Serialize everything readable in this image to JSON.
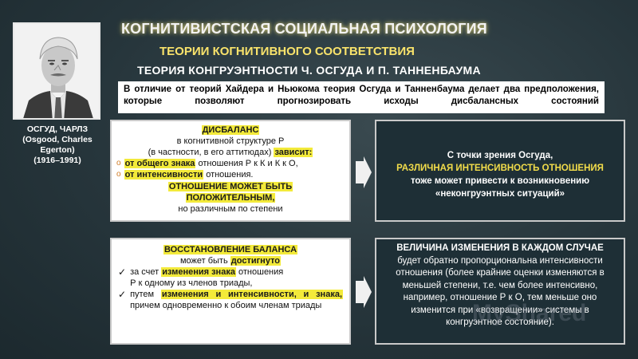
{
  "header": {
    "title": "КОГНИТИВИСТСКАЯ СОЦИАЛЬНАЯ ПСИХОЛОГИЯ",
    "subtitle": "ТЕОРИИ КОГНИТИВНОГО СООТВЕТСТВИЯ",
    "theory": "ТЕОРИЯ КОНГРУЭНТНОСТИ Ч. ОСГУДА И П. ТАННЕНБАУМА"
  },
  "person": {
    "name_line1": "ОСГУД, ЧАРЛЗ",
    "name_line2": "(Osgood, Charles",
    "name_line3": "Egerton)",
    "years": "(1916–1991)"
  },
  "intro": "В отличие от теорий Хайдера и Ньюкома теория Осгуда и Танненбаума делает два предположения, которые позволяют прогнозировать исходы дисбалансных состояний",
  "imbalance": {
    "heading": "ДИСБАЛАНС",
    "line1": "в когнитивной структуре Р",
    "line2a": "(в частности, в его аттитюдах) ",
    "line2b": "зависит:",
    "bullet1_a": "от общего знака",
    "bullet1_b": " отношения Р к К и К к О,",
    "bullet2_a": "от интенсивности",
    "bullet2_b": " отношения.",
    "relation_line1": "ОТНОШЕНИЕ МОЖЕТ БЫТЬ",
    "relation_line2": "ПОЛОЖИТЕЛЬНЫМ,",
    "relation_line3": "но различным по степени"
  },
  "osgood_view": {
    "line1": "С точки зрения Осгуда,",
    "line2": "РАЗЛИЧНАЯ ИНТЕНСИВНОСТЬ ОТНОШЕНИЯ",
    "line3": "тоже может привести к возникновению",
    "line4": "«неконгруэнтных ситуаций»"
  },
  "restore": {
    "heading": "ВОССТАНОВЛЕНИЕ БАЛАНСА",
    "line1a": "может быть ",
    "line1b": "достигнуто",
    "item1_a": "за счет ",
    "item1_b": "изменения знака",
    "item1_c": " отношения",
    "item1_d": "Р к одному из членов триады,",
    "item2_a": "путем ",
    "item2_b": "изменения и интенсивности, и знака,",
    "item2_c": " причем одновременно к обоим членам триады"
  },
  "change": {
    "heading": "ВЕЛИЧИНА ИЗМЕНЕНИЯ В КАЖДОМ СЛУЧАЕ",
    "body": "будет обратно пропорциональна интенсивности отношения (более крайние оценки изменяются в меньшей степени, т.е. чем более интенсивно, например, отношение Р к О, тем меньше оно изменится при «возвращении» системы в конгруэнтное состояние)."
  },
  "watermark": "MyShared",
  "colors": {
    "accent_yellow": "#f3dd4a",
    "highlight": "#f3ea3a",
    "background": "#26353b"
  }
}
